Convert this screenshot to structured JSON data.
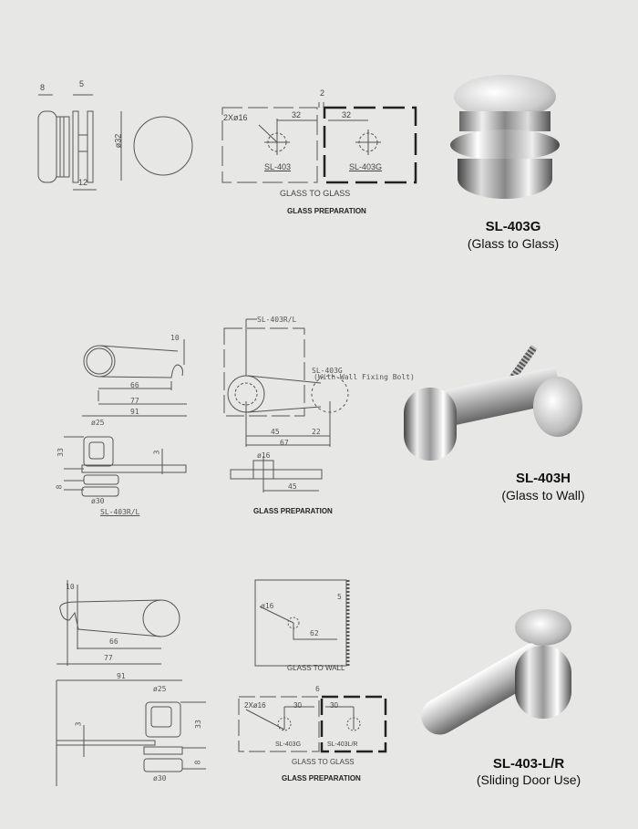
{
  "products": [
    {
      "code": "SL-403G",
      "use": "(Glass to Glass)",
      "dims": {
        "a": "8",
        "b": "5",
        "c": "12",
        "d": "ø32",
        "gap": "2",
        "hole": "2Xø16",
        "w1": "32",
        "w2": "32"
      },
      "panels": [
        "SL-403",
        "SL-403G"
      ],
      "caption": "GLASS TO GLASS",
      "prep": "GLASS PREPARATION"
    },
    {
      "code": "SL-403H",
      "use": "(Glass to Wall)",
      "dims": {
        "a": "10",
        "b": "66",
        "c": "77",
        "d": "91",
        "e": "ø25",
        "f": "33",
        "g": "3",
        "h": "8",
        "i": "ø30",
        "j": "45",
        "k": "22",
        "l": "67",
        "m": "ø16",
        "n": "45"
      },
      "part_label": "SL-403R/L",
      "callout1": "SL-403R/L",
      "callout2": "SL-403G",
      "callout2_note": "(With Wall Fixing Bolt)",
      "prep": "GLASS PREPARATION"
    },
    {
      "code": "SL-403-L/R",
      "use": "(Sliding Door Use)",
      "dims": {
        "a": "10",
        "b": "66",
        "c": "77",
        "d": "91",
        "e": "ø25",
        "f": "33",
        "g": "3",
        "h": "8",
        "i": "ø30",
        "j": "ø16",
        "k": "5",
        "l": "62",
        "gap": "6",
        "hole": "2Xø16",
        "w1": "30",
        "w2": "30"
      },
      "caption_wall": "GLASS TO WALL",
      "panels": [
        "SL-403G",
        "SL-403L/R"
      ],
      "caption": "GLASS TO GLASS",
      "prep": "GLASS PREPARATION"
    }
  ]
}
